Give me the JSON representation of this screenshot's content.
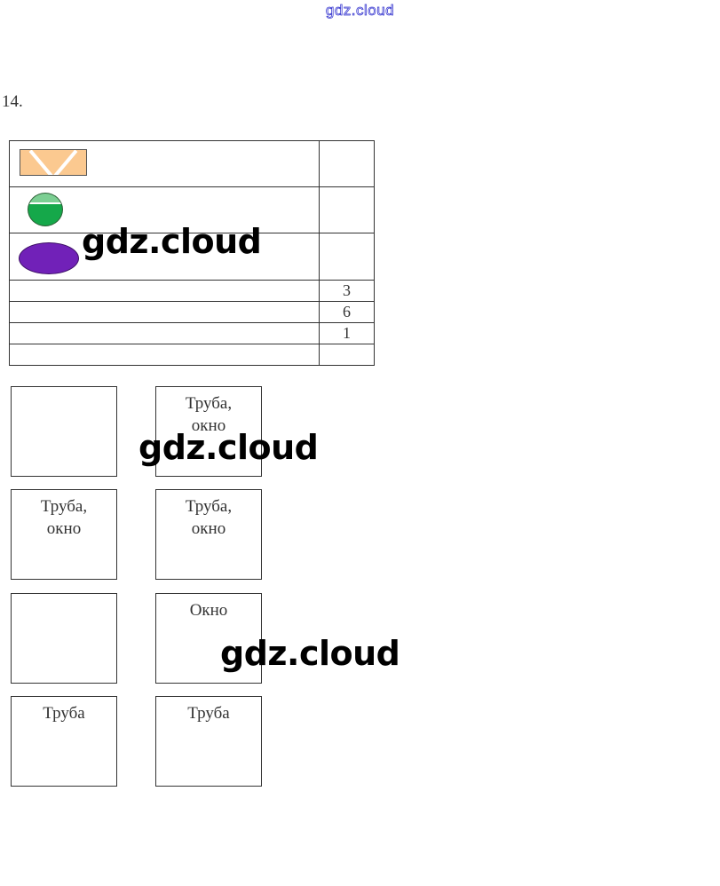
{
  "header": {
    "site": "gdz.cloud"
  },
  "task": {
    "number": "14."
  },
  "legend_table": {
    "rows": [
      {
        "icon": "brick-icon",
        "value": ""
      },
      {
        "icon": "green-ball-icon",
        "value": ""
      },
      {
        "icon": "purple-oval-icon",
        "value": ""
      },
      {
        "icon": "",
        "value": "3"
      },
      {
        "icon": "",
        "value": "6"
      },
      {
        "icon": "",
        "value": "1"
      },
      {
        "icon": "",
        "value": ""
      }
    ]
  },
  "boxes": [
    {
      "line1": "",
      "line2": ""
    },
    {
      "line1": "Труба,",
      "line2": "окно"
    },
    {
      "line1": "Труба,",
      "line2": "окно"
    },
    {
      "line1": "Труба,",
      "line2": "окно"
    },
    {
      "line1": "",
      "line2": ""
    },
    {
      "line1": "Окно",
      "line2": ""
    },
    {
      "line1": "Труба",
      "line2": ""
    },
    {
      "line1": "Труба",
      "line2": ""
    }
  ],
  "watermarks": [
    "gdz.cloud",
    "gdz.cloud",
    "gdz.cloud"
  ],
  "colors": {
    "brick": "#fbc990",
    "green": "#15a84a",
    "purple": "#7121b8",
    "header_text": "#3a3ad0"
  }
}
